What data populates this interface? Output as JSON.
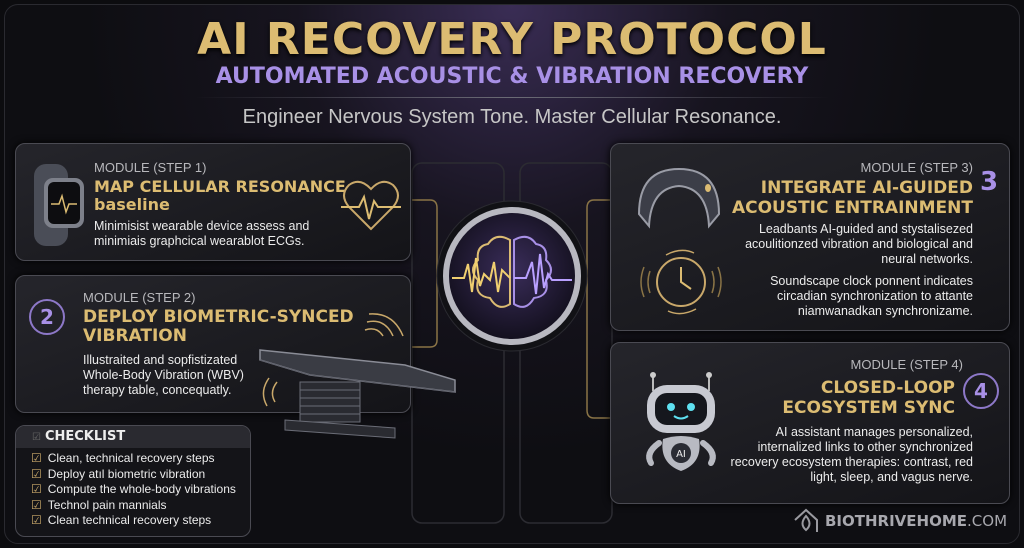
{
  "header": {
    "title": "AI RECOVERY PROTOCOL",
    "subtitle": "AUTOMATED ACOUSTIC & VIBRATION RECOVERY",
    "tagline": "Engineer Nervous System Tone. Master Cellular Resonance."
  },
  "modules": [
    {
      "label": "MODULE (STEP 1)",
      "title": "MAP CELLULAR RESONANCE",
      "title2": "baseline",
      "desc": "Minimisist wearable device assess and minimiais graphcical wearablot ECGs.",
      "icon": "smartwatch-icon"
    },
    {
      "label": "MODULE (STEP 2)",
      "number": "2",
      "title": "DEPLOY BIOMETRIC-SYNCED",
      "title2": "VIBRATION",
      "desc": "Illustraited and sopfistizated Whole-Body Vibration (WBV) therapy table, concequatly.",
      "icon": "vibration-table-icon"
    },
    {
      "label": "MODULE (STEP 3)",
      "number": "3",
      "title": "INTEGRATE AI-GUIDED",
      "title2": "ACOUSTIC ENTRAINMENT",
      "desc": "Leadbants AI-guided and stystalisezed acoulitionzed vibration and biological and neural networks.",
      "desc2": "Soundscape clock ponnent indicates circadian synchronization to attante niamwanadkan synchronizame.",
      "icon": "headband-icon"
    },
    {
      "label": "MODULE (STEP 4)",
      "number": "4",
      "title": "CLOSED-LOOP",
      "title2": "ECOSYSTEM SYNC",
      "desc": "AI assistant manages personalized, internalized links to other synchronized recovery ecosystem therapies: contrast, red light, sleep, and vagus nerve.",
      "icon": "robot-icon",
      "robot_badge": "AI"
    }
  ],
  "checklist": {
    "title": "CHECKLIST",
    "items": [
      "Clean, technical recovery steps",
      "Deploy atıl biometric vibration",
      "Compute the whole-body vibrations",
      "Technol pain mannials",
      "Clean technical recovery steps"
    ]
  },
  "brand": {
    "name": "BIOTHRIVEHOME",
    ".com": ".COM",
    "suffix": ".COM"
  },
  "colors": {
    "gold": "#dcbc72",
    "purple": "#a890e6",
    "background": "#0e0e12"
  }
}
